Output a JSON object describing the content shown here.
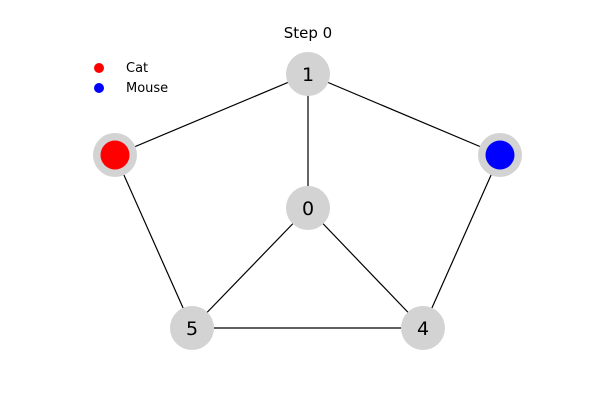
{
  "game": {
    "title": "Step 0",
    "legend": [
      {
        "label": "Cat",
        "color": "#ff0000"
      },
      {
        "label": "Mouse",
        "color": "#0000ff"
      }
    ],
    "nodes": [
      {
        "id": "0",
        "label": "0"
      },
      {
        "id": "1",
        "label": "1"
      },
      {
        "id": "2",
        "label": ""
      },
      {
        "id": "3",
        "label": ""
      },
      {
        "id": "4",
        "label": "4"
      },
      {
        "id": "5",
        "label": "5"
      }
    ],
    "edges": [
      [
        "0",
        "1"
      ],
      [
        "0",
        "5"
      ],
      [
        "0",
        "4"
      ],
      [
        "1",
        "2"
      ],
      [
        "1",
        "3"
      ],
      [
        "2",
        "5"
      ],
      [
        "3",
        "4"
      ],
      [
        "4",
        "5"
      ]
    ],
    "cat_position": "2",
    "mouse_position": "3",
    "colors": {
      "node": "#d3d3d3",
      "edge": "#000000",
      "cat": "#ff0000",
      "mouse": "#0000ff"
    }
  }
}
